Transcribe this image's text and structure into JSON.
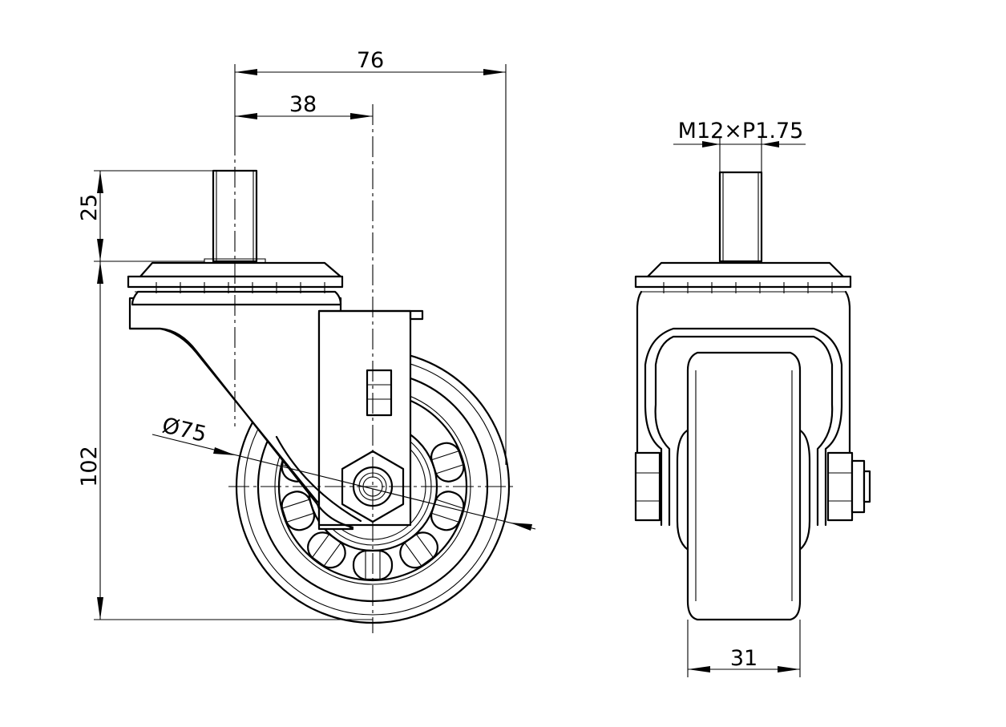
{
  "dimensions": {
    "overall_width": "76",
    "axis_offset": "38",
    "stem_length": "25",
    "height": "102",
    "wheel_diameter": "Ø75",
    "thread": "M12×P1.75",
    "wheel_width": "31"
  }
}
